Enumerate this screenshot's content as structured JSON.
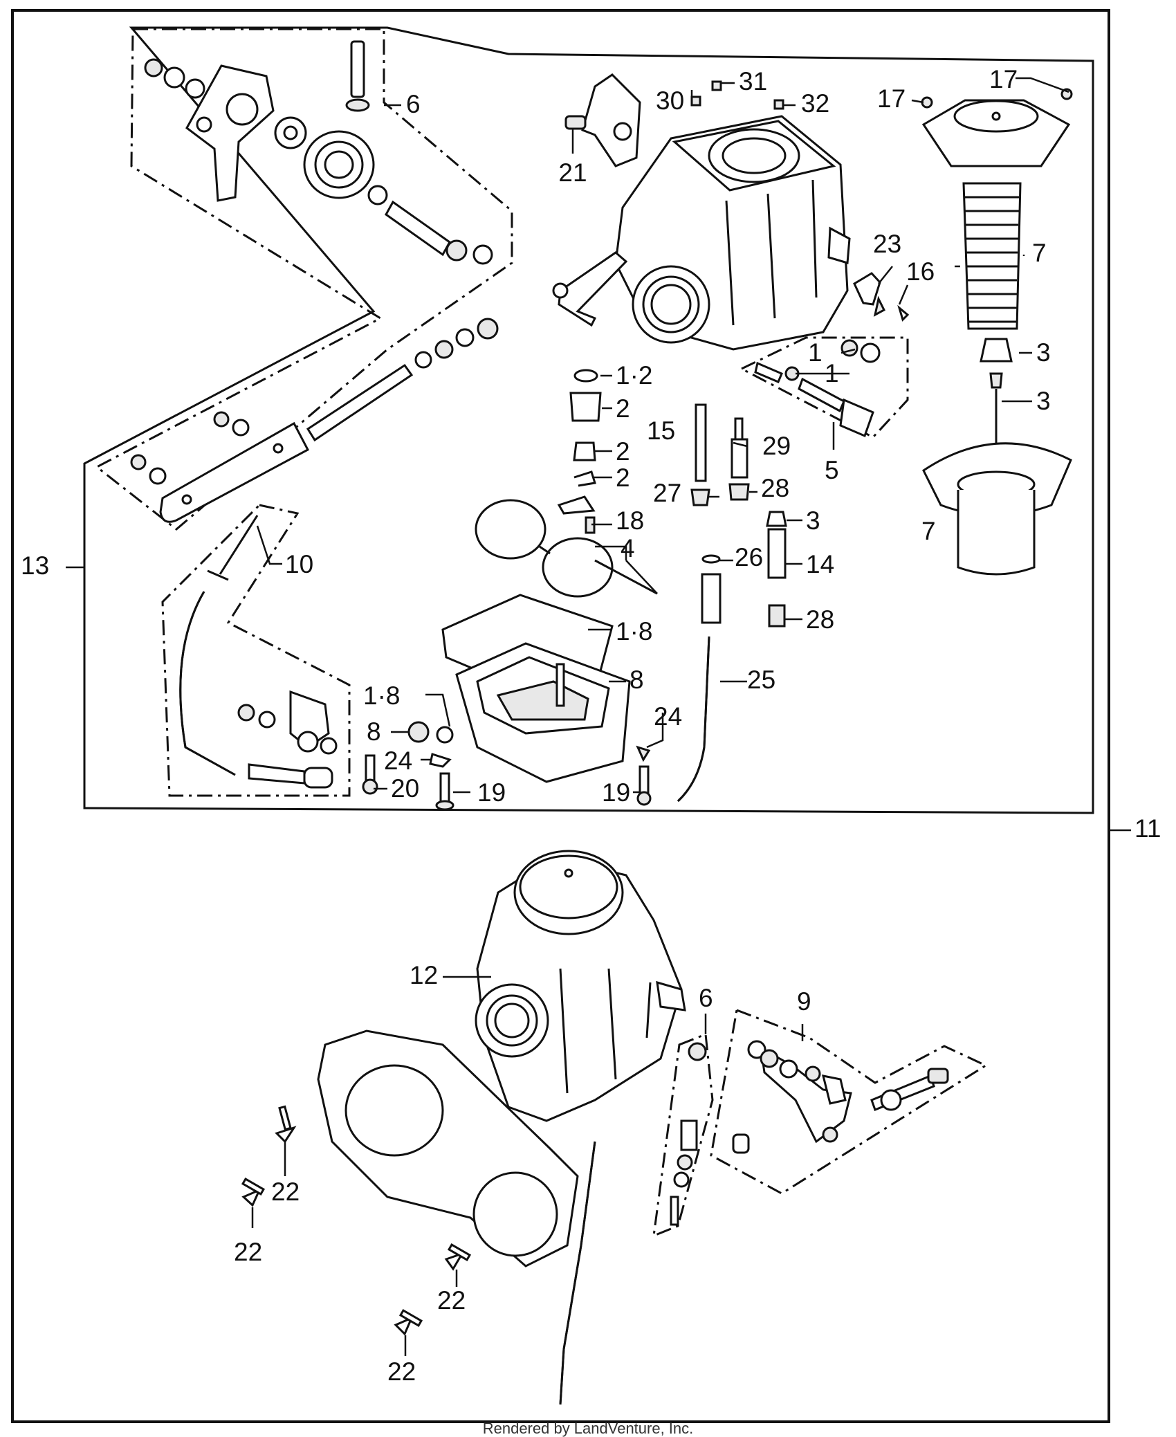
{
  "callouts": {
    "c1_2": "1·2",
    "c1a": "1",
    "c1b": "1",
    "c1_8a": "1·8",
    "c1_8b": "1·8",
    "c2a": "2",
    "c2b": "2",
    "c2c": "2",
    "c3a": "3",
    "c3b": "3",
    "c3c": "3",
    "c4": "4",
    "c5": "5",
    "c6a": "6",
    "c6b": "6",
    "c7a": "7",
    "c7b": "7",
    "c8a": "8",
    "c8b": "8",
    "c9": "9",
    "c10": "10",
    "c11": "11",
    "c12": "12",
    "c13": "13",
    "c14": "14",
    "c15": "15",
    "c16": "16",
    "c17a": "17",
    "c17b": "17",
    "c18": "18",
    "c19a": "19",
    "c19b": "19",
    "c20": "20",
    "c21": "21",
    "c22a": "22",
    "c22b": "22",
    "c22c": "22",
    "c22d": "22",
    "c23": "23",
    "c24a": "24",
    "c24b": "24",
    "c25": "25",
    "c26": "26",
    "c27": "27",
    "c28a": "28",
    "c28b": "28",
    "c29": "29",
    "c30": "30",
    "c31": "31",
    "c32": "32"
  },
  "footer": "Rendered by LandVenture, Inc."
}
